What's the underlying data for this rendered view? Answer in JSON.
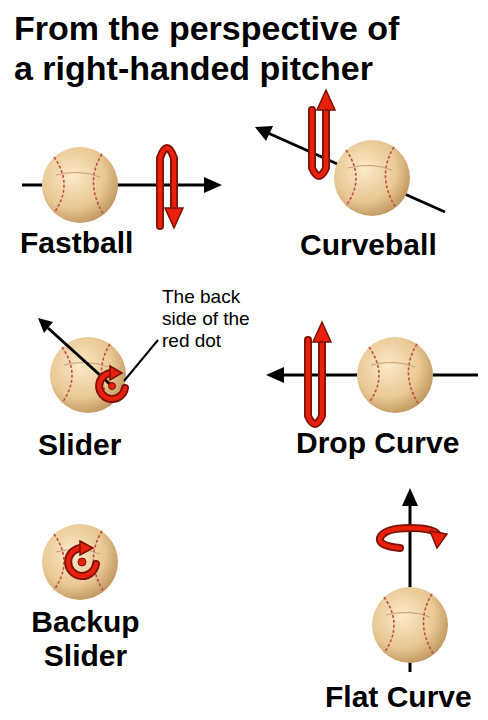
{
  "diagram": {
    "title": "From the perspective of a right-handed pitcher",
    "labels": [
      "Fastball",
      "Curveball",
      "The back side of the red dot",
      "Slider",
      "Drop Curve",
      "Backup Slider",
      "Flat Curve"
    ]
  }
}
